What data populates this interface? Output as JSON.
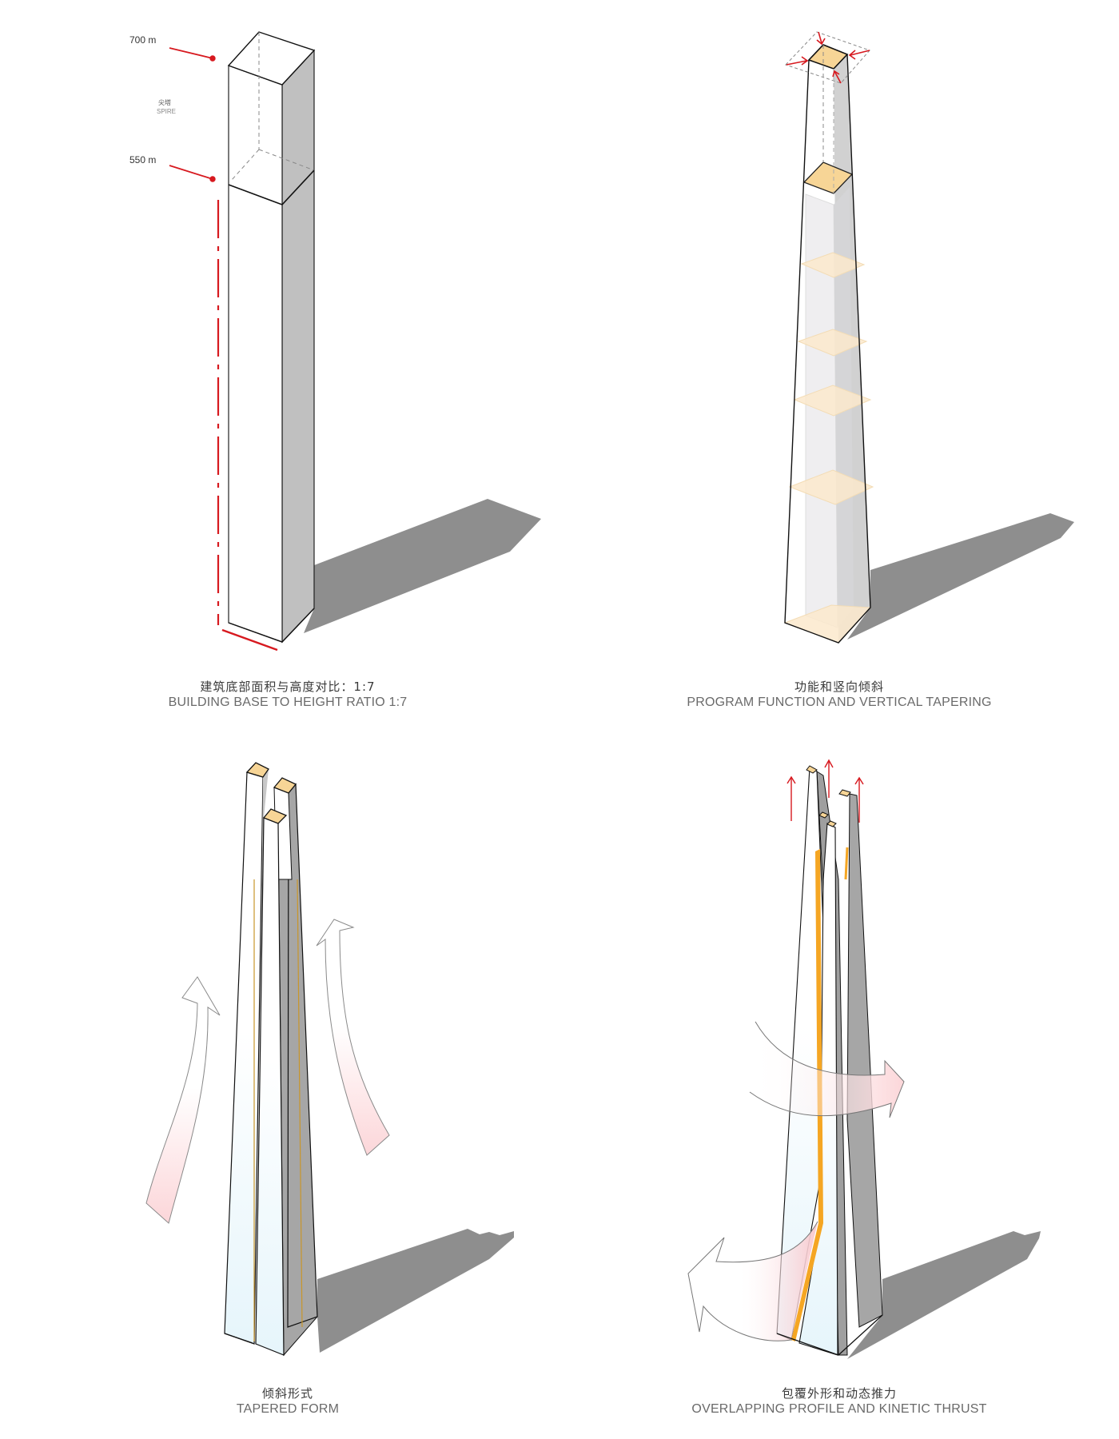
{
  "colors": {
    "accent_red": "#d7191f",
    "shadow": "#8e8e8e",
    "side_face": "#c0c0c0",
    "dark_side": "#a6a6a6",
    "program_orange": "#f7d596",
    "seam_orange": "#f5a623",
    "glass_blue": "#eaf6fb",
    "arrow_pink": "#fbd9dc"
  },
  "panels": [
    {
      "id": "base-ratio",
      "caption_zh": "建筑底部面积与高度对比：1:7",
      "caption_en": "BUILDING BASE TO HEIGHT RATIO 1:7",
      "annotations": {
        "height_top": "700 m",
        "height_spire_base": "550 m",
        "spire_zh": "尖塔",
        "spire_en": "SPIRE"
      }
    },
    {
      "id": "program-tapering",
      "caption_zh": "功能和竖向倾斜",
      "caption_en": "PROGRAM FUNCTION AND VERTICAL TAPERING"
    },
    {
      "id": "tapered-form",
      "caption_zh": "倾斜形式",
      "caption_en": "TAPERED FORM"
    },
    {
      "id": "kinetic-thrust",
      "caption_zh": "包覆外形和动态推力",
      "caption_en": "OVERLAPPING PROFILE AND KINETIC THRUST"
    }
  ]
}
